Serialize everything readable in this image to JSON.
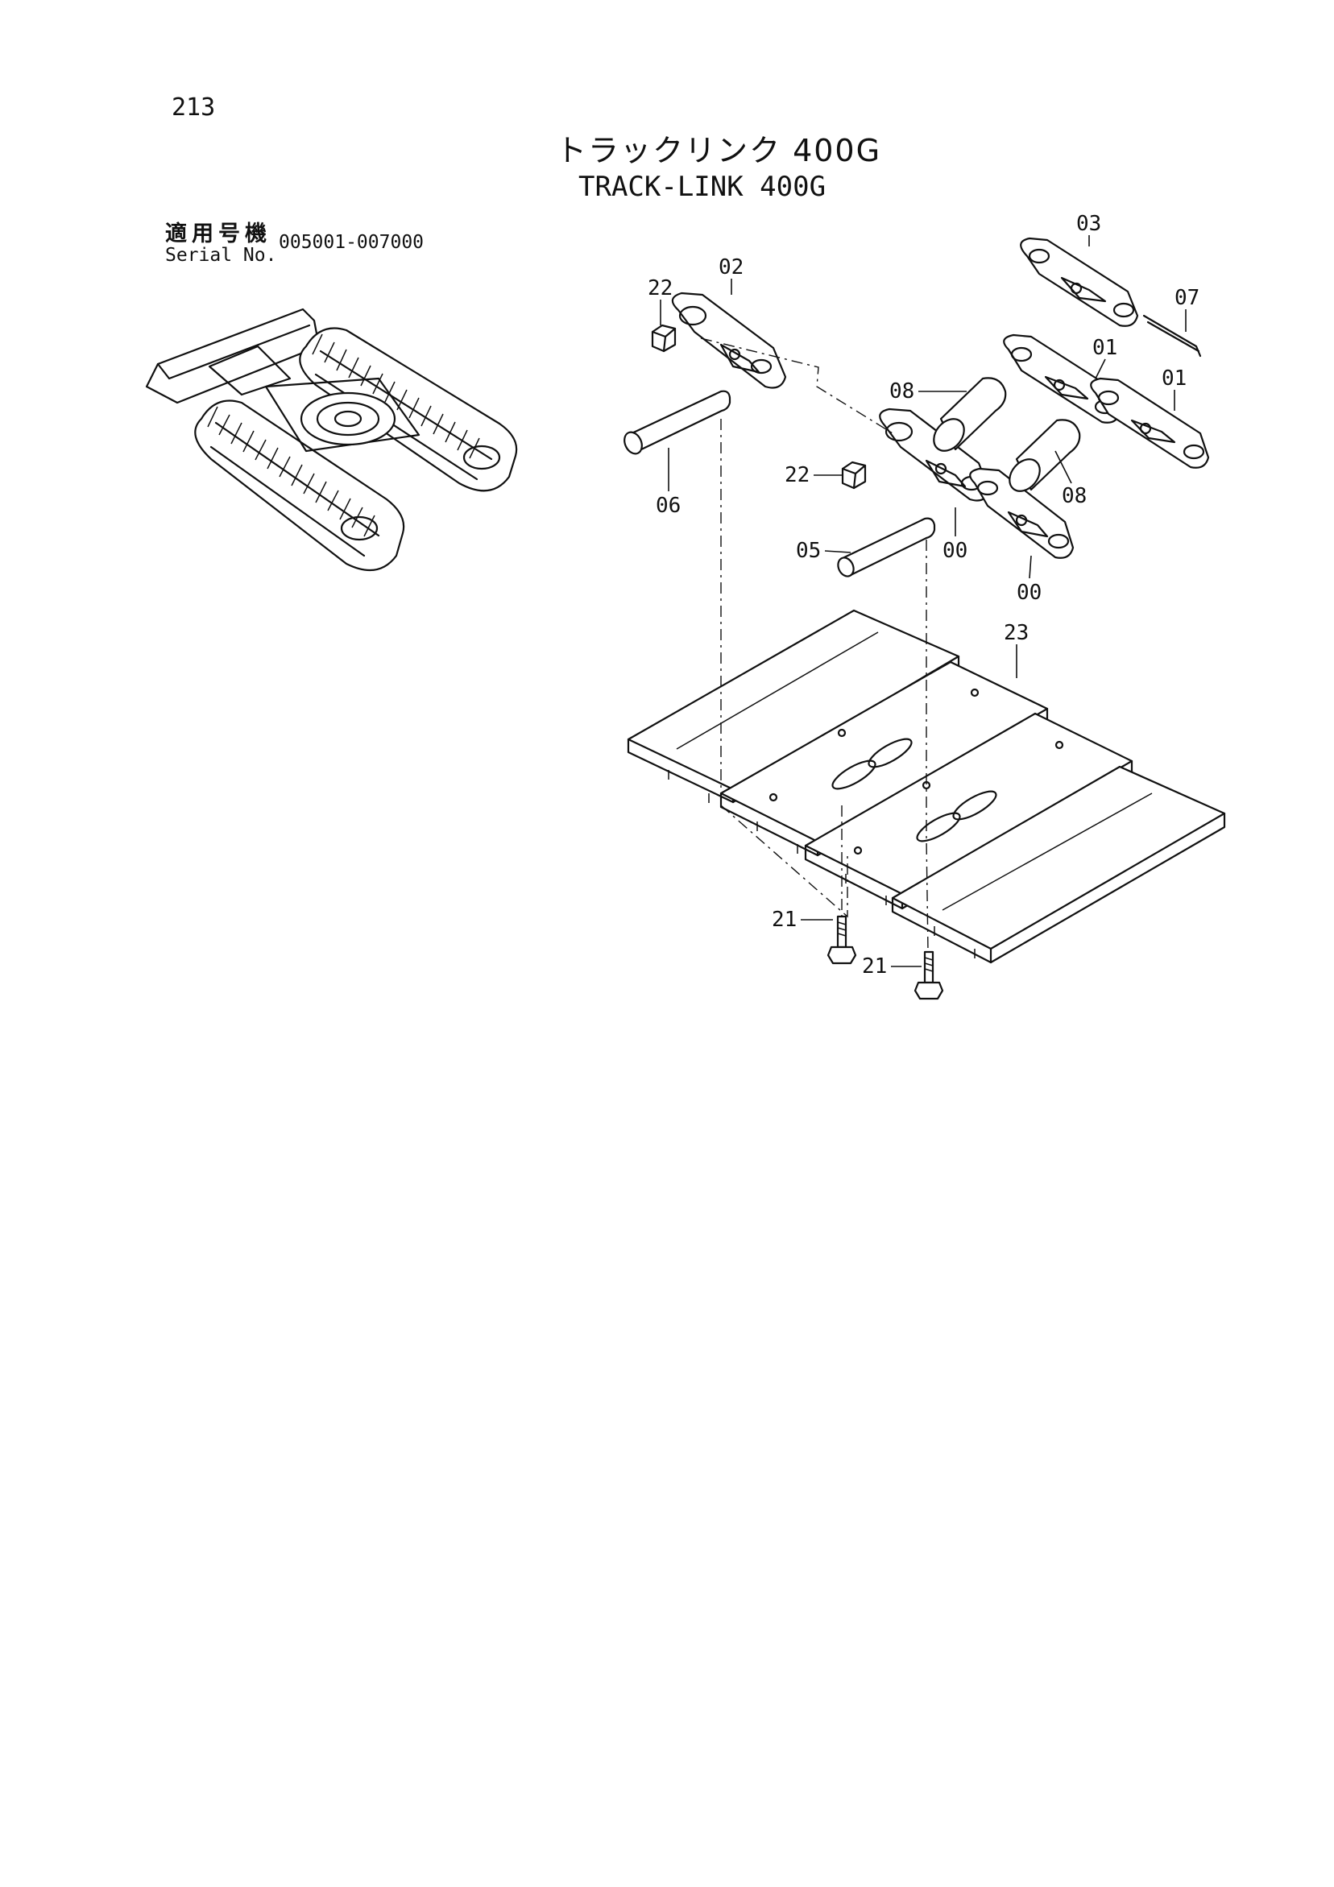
{
  "page": {
    "number": "213",
    "title_jp": "トラックリンク 400G",
    "title_en": "TRACK-LINK 400G"
  },
  "serial": {
    "label_jp": "適用号機",
    "label_en": "Serial No.",
    "range": "005001-007000"
  },
  "callouts": {
    "c03": "03",
    "c02": "02",
    "c22a": "22",
    "c07": "07",
    "c01a": "01",
    "c01b": "01",
    "c08a": "08",
    "c22b": "22",
    "c08b": "08",
    "c06": "06",
    "c05": "05",
    "c00a": "00",
    "c00b": "00",
    "c23": "23",
    "c21a": "21",
    "c21b": "21"
  }
}
